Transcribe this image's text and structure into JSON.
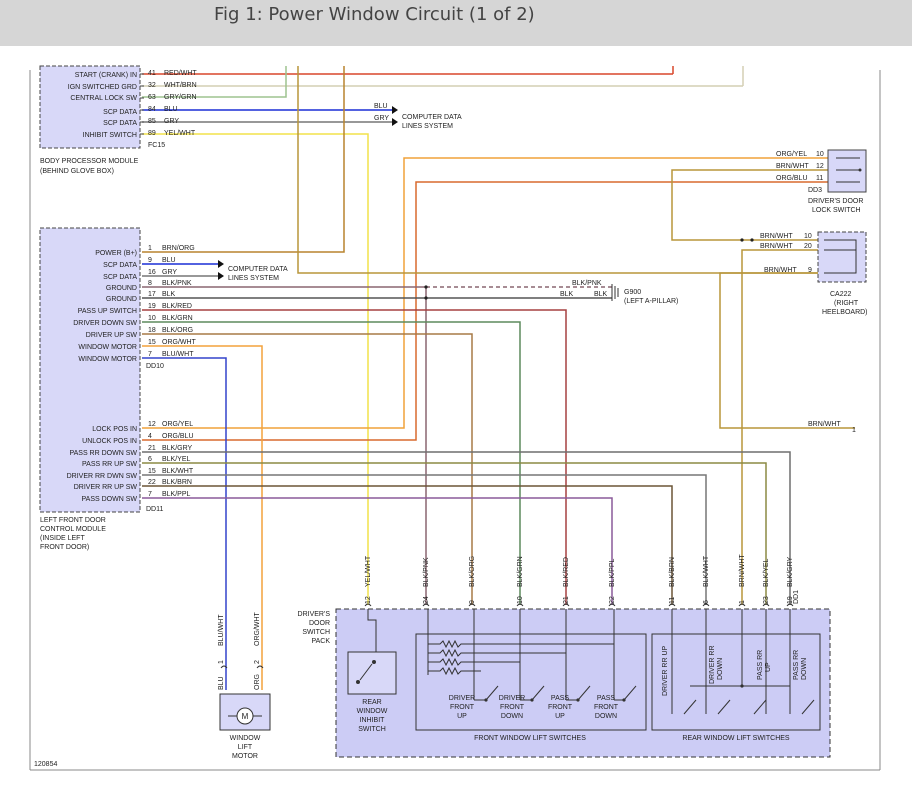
{
  "header": {
    "title": "Fig 1: Power Window Circuit (1 of 2)"
  },
  "bcm": {
    "pins": [
      {
        "label": "START (CRANK) IN",
        "pin": "41",
        "wire": "RED/WHT"
      },
      {
        "label": "IGN SWITCHED GRD",
        "pin": "32",
        "wire": "WHT/BRN"
      },
      {
        "label": "CENTRAL LOCK SW",
        "pin": "63",
        "wire": "GRY/GRN"
      },
      {
        "label": "",
        "pin": "84",
        "wire": "BLU"
      },
      {
        "label": "SCP DATA",
        "pin": "85",
        "wire": "GRY"
      },
      {
        "label": "SCP DATA",
        "pin": "89",
        "wire": "YEL/WHT"
      },
      {
        "label": "INHIBIT SWITCH",
        "pin": "",
        "wire": ""
      }
    ],
    "connector": "FC15",
    "caption_lines": [
      "BODY PROCESSOR MODULE",
      "(BEHIND GLOVE BOX)"
    ]
  },
  "computer_data_top": {
    "wires": [
      "BLU",
      "GRY"
    ],
    "lines": [
      "COMPUTER DATA",
      "LINES SYSTEM"
    ]
  },
  "lock_switch": {
    "wires": [
      {
        "color": "ORG/YEL",
        "pin": "10"
      },
      {
        "color": "BRN/WHT",
        "pin": "12"
      },
      {
        "color": "ORG/BLU",
        "pin": "11"
      }
    ],
    "connector": "DD3",
    "caption_lines": [
      "DRIVER'S DOOR",
      "LOCK SWITCH"
    ]
  },
  "ca222": {
    "wires": [
      {
        "color": "BRN/WHT",
        "pin": "10"
      },
      {
        "color": "BRN/WHT",
        "pin": "20"
      },
      {
        "color": "BRN/WHT",
        "pin": "9"
      }
    ],
    "caption_lines": [
      "CA222",
      "(RIGHT",
      "HEELBOARD)"
    ]
  },
  "lfdcm": {
    "pins_upper": [
      {
        "label": "POWER (B+)",
        "pin": "1",
        "wire": "BRN/ORG"
      },
      {
        "label": "SCP DATA",
        "pin": "9",
        "wire": "BLU"
      },
      {
        "label": "SCP DATA",
        "pin": "16",
        "wire": "GRY"
      },
      {
        "label": "GROUND",
        "pin": "8",
        "wire": "BLK/PNK"
      },
      {
        "label": "GROUND",
        "pin": "17",
        "wire": "BLK"
      },
      {
        "label": "PASS UP SWITCH",
        "pin": "19",
        "wire": "BLK/RED"
      },
      {
        "label": "DRIVER DOWN SW",
        "pin": "10",
        "wire": "BLK/GRN"
      },
      {
        "label": "DRIVER UP SW",
        "pin": "18",
        "wire": "BLK/ORG"
      },
      {
        "label": "WINDOW MOTOR",
        "pin": "15",
        "wire": "ORG/WHT"
      },
      {
        "label": "WINDOW MOTOR",
        "pin": "7",
        "wire": "BLU/WHT"
      }
    ],
    "connector_upper": "DD10",
    "pins_lower": [
      {
        "label": "LOCK POS IN",
        "pin": "12",
        "wire": "ORG/YEL"
      },
      {
        "label": "UNLOCK POS IN",
        "pin": "4",
        "wire": "ORG/BLU"
      },
      {
        "label": "PASS RR DOWN SW",
        "pin": "21",
        "wire": "BLK/GRY"
      },
      {
        "label": "PASS RR UP SW",
        "pin": "6",
        "wire": "BLK/YEL"
      },
      {
        "label": "DRIVER RR DWN SW",
        "pin": "15",
        "wire": "BLK/WHT"
      },
      {
        "label": "DRIVER RR UP SW",
        "pin": "22",
        "wire": "BLK/BRN"
      },
      {
        "label": "PASS DOWN SW",
        "pin": "7",
        "wire": "BLK/PPL"
      }
    ],
    "connector_lower": "DD11",
    "caption_lines": [
      "LEFT FRONT DOOR",
      "CONTROL MODULE",
      "(INSIDE LEFT",
      "FRONT DOOR)"
    ]
  },
  "computer_data_mid": {
    "lines": [
      "COMPUTER DATA",
      "LINES SYSTEM"
    ]
  },
  "ground": {
    "wire_top": "BLK/PNK",
    "wire_left": "BLK",
    "wire_right": "BLK",
    "name": "G900",
    "location": "(LEFT A-PILLAR)"
  },
  "brn_wht_right": {
    "wire": "BRN/WHT",
    "pin": "1"
  },
  "switch_pack": {
    "title_lines": [
      "DRIVER'S",
      "DOOR",
      "SWITCH",
      "PACK"
    ],
    "connector": "DD1",
    "wires": [
      {
        "color": "YEL/WHT",
        "pin": "12"
      },
      {
        "color": "BLK/PNK",
        "pin": "24"
      },
      {
        "color": "BLK/ORG",
        "pin": "9"
      },
      {
        "color": "BLK/GRN",
        "pin": "10"
      },
      {
        "color": "BLK/RED",
        "pin": "21"
      },
      {
        "color": "BLK/PPL",
        "pin": "22"
      },
      {
        "color": "BLK/BRN",
        "pin": "11"
      },
      {
        "color": "BLK/WHT",
        "pin": "6"
      },
      {
        "color": "BRN/WHT",
        "pin": "1"
      },
      {
        "color": "BLK/YEL",
        "pin": "23"
      },
      {
        "color": "BLK/GRY",
        "pin": "19"
      }
    ],
    "inhibit_lines": [
      "REAR",
      "WINDOW",
      "INHIBIT",
      "SWITCH"
    ],
    "front_switches": [
      [
        "DRIVER",
        "FRONT",
        "UP"
      ],
      [
        "DRIVER",
        "FRONT",
        "DOWN"
      ],
      [
        "PASS",
        "FRONT",
        "UP"
      ],
      [
        "PASS",
        "FRONT",
        "DOWN"
      ]
    ],
    "front_group": "FRONT WINDOW LIFT SWITCHES",
    "rear_switches": [
      [
        "DRIVER RR UP"
      ],
      [
        "DRIVER RR",
        "DOWN"
      ],
      [
        "PASS RR",
        "UP"
      ],
      [
        "PASS RR",
        "DOWN"
      ]
    ],
    "rear_group": "REAR WINDOW LIFT SWITCHES"
  },
  "motor": {
    "wires": [
      {
        "color": "BLU/WHT",
        "pin": "1",
        "short": "BLU"
      },
      {
        "color": "ORG/WHT",
        "pin": "2",
        "short": "ORG"
      }
    ],
    "symbol": "M",
    "caption_lines": [
      "WINDOW",
      "LIFT",
      "MOTOR"
    ]
  },
  "figure_id": "120854",
  "colors": {
    "red": "#d9472b",
    "brn_wht": "#d4cfb4",
    "gry_grn": "#9dc38f",
    "blu": "#1a2fd6",
    "yel": "#f2e24a",
    "org_yel": "#f0a23a",
    "org_blu": "#d96a2f",
    "brn_org": "#b8842e",
    "blk_pnk": "#8a6770",
    "blk": "#555555",
    "blk_red": "#a54040",
    "blk_grn": "#5d8a5d",
    "blk_org": "#a77a46",
    "org_wht": "#f3a23c",
    "blu_wht": "#3344cc",
    "blk_gry": "#6f6f6f",
    "blk_yel": "#8c8a44",
    "blk_wht": "#777777",
    "blk_brn": "#6b5536",
    "blk_ppl": "#8a5a9a",
    "brn_wht2": "#b8953a",
    "pack_fill": "#ccccf5"
  }
}
